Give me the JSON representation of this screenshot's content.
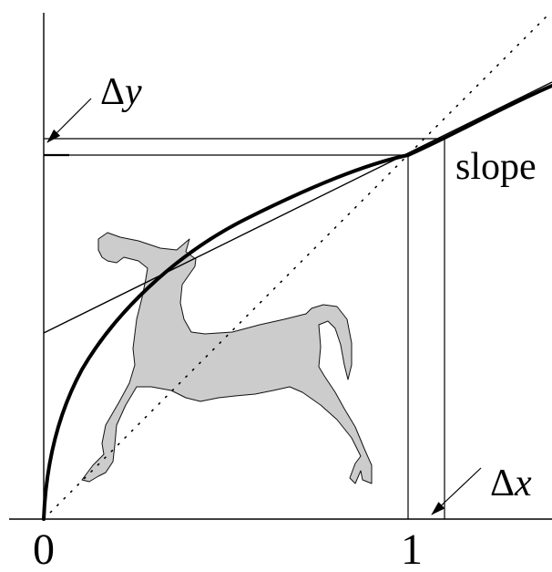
{
  "labels": {
    "delta_y": {
      "symbol": "Δ",
      "variable": "y"
    },
    "delta_x": {
      "symbol": "Δ",
      "variable": "x"
    },
    "slope": "slope",
    "tick_zero": "0",
    "tick_one": "1"
  },
  "colors": {
    "ink": "#000000",
    "horse_fill": "#cccccc",
    "background": "#ffffff"
  },
  "icons": {
    "horse": "horse-silhouette"
  }
}
